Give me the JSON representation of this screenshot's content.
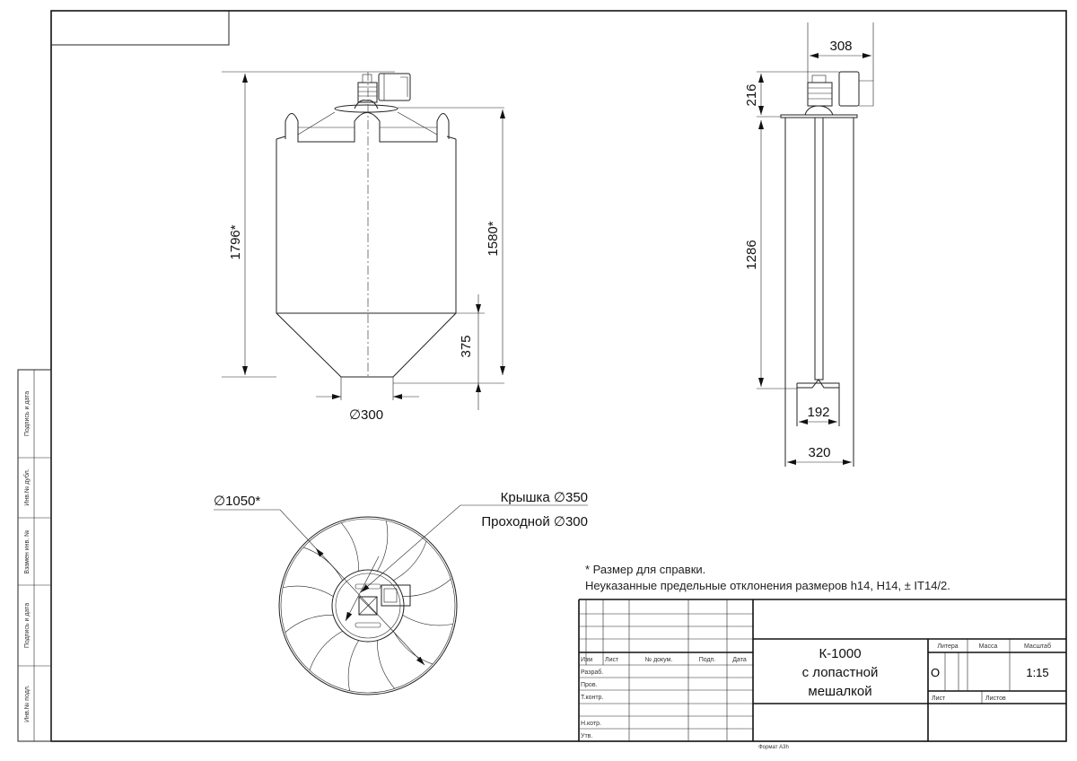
{
  "front_view": {
    "dim_height_total": "1796*",
    "dim_height_body": "1580*",
    "dim_cone": "375",
    "dim_outlet": "∅300"
  },
  "side_view": {
    "dim_motor_width": "308",
    "dim_motor_height": "216",
    "dim_shaft": "1286",
    "dim_paddle": "192",
    "dim_width": "320"
  },
  "top_view": {
    "dim_diameter": "∅1050*",
    "lid_label": "Крышка ∅350",
    "passage_label": "Проходной ∅300"
  },
  "notes": [
    "* Размер для справки.",
    "Неуказанные предельные отклонения размеров h14, H14, ± IT14/2."
  ],
  "side_stamp": [
    "Подпись и дата",
    "Инв.№ дубл.",
    "Взамен инв. №",
    "Подпись и дата",
    "Инв.№ подл."
  ],
  "title_block": {
    "headers": [
      "Изм",
      "Лист",
      "№ докум.",
      "Подп.",
      "Дата"
    ],
    "roles": [
      "Разраб.",
      "Пров.",
      "Т.контр.",
      "",
      "Н.котр.",
      "Утв."
    ],
    "title_lines": [
      "К-1000",
      "с лопастной",
      "мешалкой"
    ],
    "litera_label": "Литера",
    "mass_label": "Масса",
    "scale_label": "Масштаб",
    "litera_value": "О",
    "scale_value": "1:15",
    "sheet_label": "Лист",
    "sheets_label": "Листов"
  },
  "format_label": "Формат А3h"
}
